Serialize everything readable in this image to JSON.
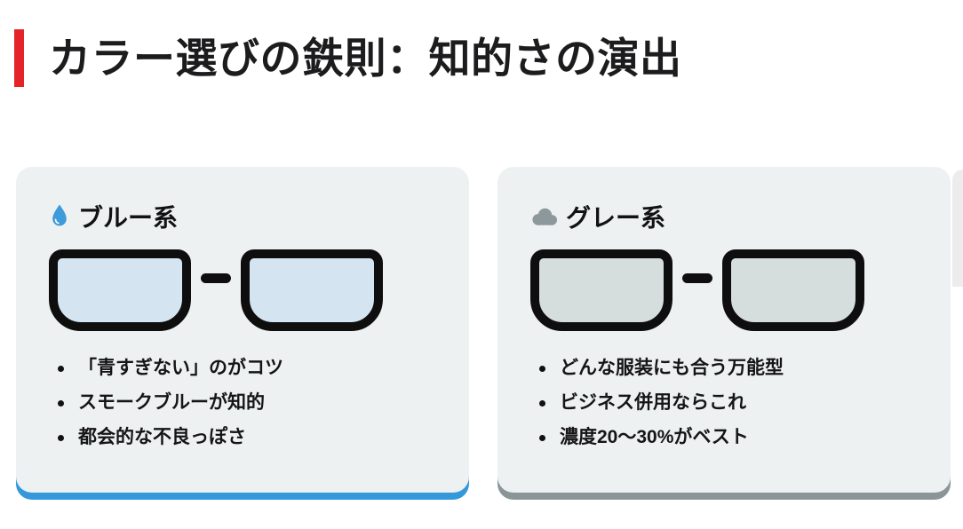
{
  "page": {
    "title": "カラー選びの鉄則：知的さの演出",
    "title_accent_color": "#E5242A",
    "background_color": "#FFFFFF",
    "peek_card_color": "#ECECEC"
  },
  "cards": [
    {
      "icon": "droplet-icon",
      "title": "ブルー系",
      "icon_color": "#3D9BD9",
      "bg_color": "#EDF1F2",
      "lens_color": "#D4E4F1",
      "accent_color": "#3498DB",
      "bullets": [
        "「青すぎない」のがコツ",
        "スモークブルーが知的",
        "都会的な不良っぽさ"
      ]
    },
    {
      "icon": "cloud-icon",
      "title": "グレー系",
      "icon_color": "#8D989D",
      "bg_color": "#EDF1F2",
      "lens_color": "#D6DEDD",
      "accent_color": "#8B9598",
      "bullets": [
        "どんな服装にも合う万能型",
        "ビジネス併用ならこれ",
        "濃度20〜30%がベスト"
      ]
    }
  ]
}
